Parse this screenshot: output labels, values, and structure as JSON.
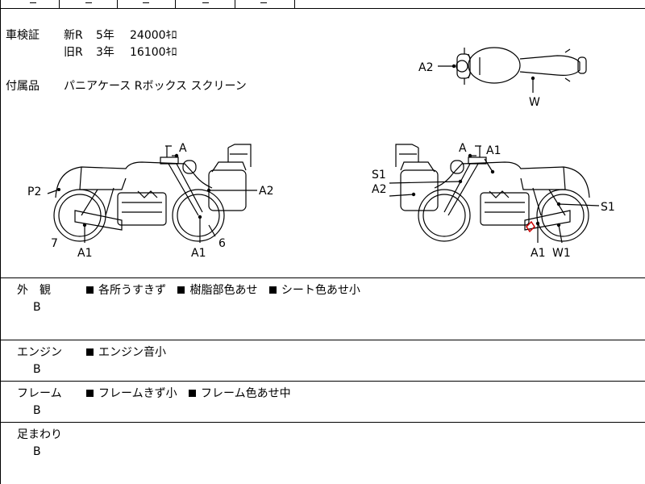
{
  "shaken": {
    "label": "車検証",
    "new_row": {
      "type": "新R",
      "years": "5年",
      "km": "24000ｷﾛ"
    },
    "old_row": {
      "type": "旧R",
      "years": "3年",
      "km": "16100ｷﾛ"
    }
  },
  "accessories": {
    "label": "付属品",
    "value": "パニアケース Rボックス スクリーン"
  },
  "diagram_marks": {
    "top_view": [
      "A2",
      "W"
    ],
    "left_view": [
      "A",
      "A2",
      "P2",
      "7",
      "A1",
      "A1",
      "6"
    ],
    "right_view": [
      "A",
      "A1",
      "S1",
      "A2",
      "S1",
      "A1",
      "W1"
    ]
  },
  "sections": [
    {
      "label": "外　観",
      "grade": "B",
      "notes": [
        "各所うすきず",
        "樹脂部色あせ",
        "シート色あせ小"
      ]
    },
    {
      "label": "エンジン",
      "grade": "B",
      "notes": [
        "エンジン音小"
      ]
    },
    {
      "label": "フレーム",
      "grade": "B",
      "notes": [
        "フレームきず小",
        "フレーム色あせ中"
      ]
    },
    {
      "label": "足まわり",
      "grade": "B",
      "notes": []
    }
  ],
  "colors": {
    "line": "#000000",
    "damage_mark": "#cc0000"
  }
}
